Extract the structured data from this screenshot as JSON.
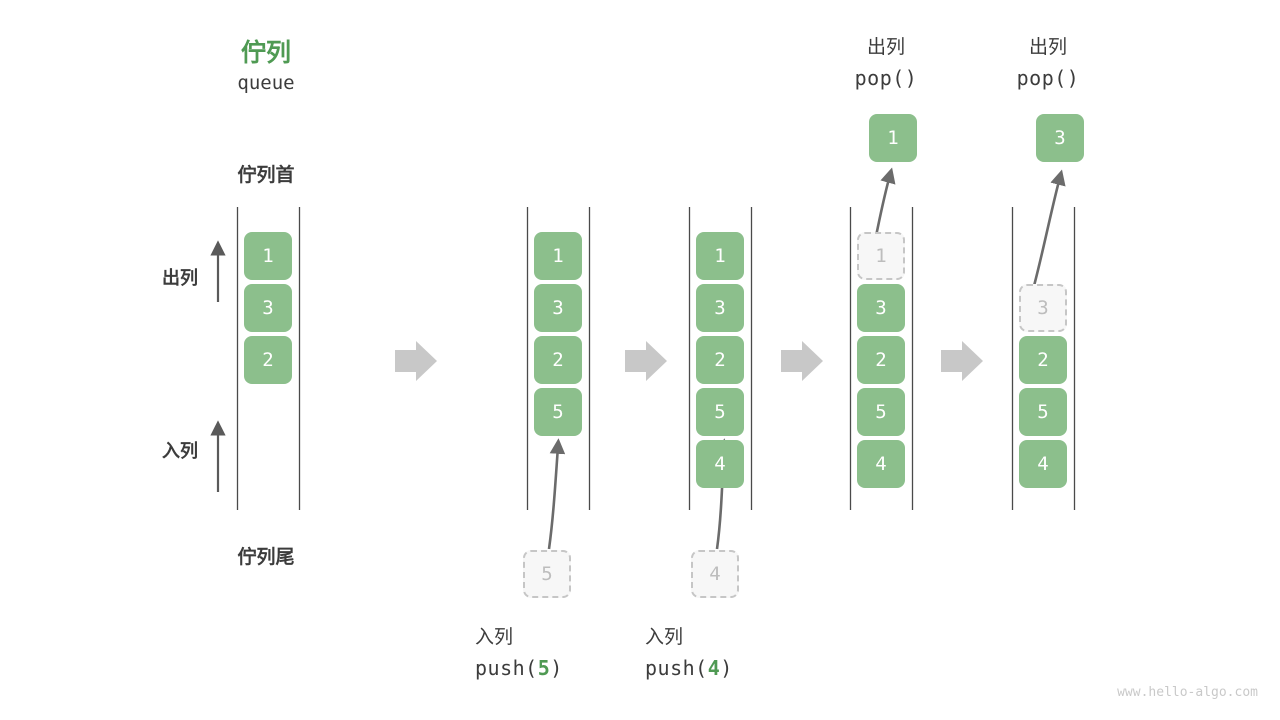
{
  "diagram": {
    "title_cn": "佇列",
    "title_en": "queue",
    "head_label": "佇列首",
    "tail_label": "佇列尾",
    "dequeue_label": "出列",
    "enqueue_label": "入列",
    "watermark": "www.hello-algo.com",
    "colors": {
      "green": "#8cbf8c",
      "green_text": "#4f9a53",
      "ghost_fill": "#f7f7f7",
      "ghost_border": "#c6c6c6",
      "ghost_text": "#bdbdbd",
      "rail": "#4a4a4a",
      "arrow_gray": "#c8c8c8",
      "curve_arrow": "#6b6b6b",
      "text": "#3c3c3c",
      "watermark": "#c9c9c9"
    }
  },
  "columns": [
    {
      "id": "initial",
      "header_cn": "",
      "header_code": "",
      "cells": [
        {
          "value": "1",
          "state": "filled"
        },
        {
          "value": "3",
          "state": "filled"
        },
        {
          "value": "2",
          "state": "filled"
        }
      ],
      "incoming": null,
      "popped": null,
      "caption_cn": "",
      "caption_code": ""
    },
    {
      "id": "push-5",
      "header_cn": "",
      "header_code": "",
      "cells": [
        {
          "value": "1",
          "state": "filled"
        },
        {
          "value": "3",
          "state": "filled"
        },
        {
          "value": "2",
          "state": "filled"
        },
        {
          "value": "5",
          "state": "filled"
        }
      ],
      "incoming": {
        "value": "5",
        "state": "ghost"
      },
      "popped": null,
      "caption_cn": "入列",
      "caption_code_pre": "push(",
      "caption_code_arg": "5",
      "caption_code_post": ")"
    },
    {
      "id": "push-4",
      "header_cn": "",
      "header_code": "",
      "cells": [
        {
          "value": "1",
          "state": "filled"
        },
        {
          "value": "3",
          "state": "filled"
        },
        {
          "value": "2",
          "state": "filled"
        },
        {
          "value": "5",
          "state": "filled"
        },
        {
          "value": "4",
          "state": "filled"
        }
      ],
      "incoming": {
        "value": "4",
        "state": "ghost"
      },
      "popped": null,
      "caption_cn": "入列",
      "caption_code_pre": "push(",
      "caption_code_arg": "4",
      "caption_code_post": ")"
    },
    {
      "id": "pop-1",
      "header_cn": "出列",
      "header_code": "pop()",
      "cells": [
        {
          "value": "1",
          "state": "ghost"
        },
        {
          "value": "3",
          "state": "filled"
        },
        {
          "value": "2",
          "state": "filled"
        },
        {
          "value": "5",
          "state": "filled"
        },
        {
          "value": "4",
          "state": "filled"
        }
      ],
      "incoming": null,
      "popped": {
        "value": "1",
        "state": "filled"
      },
      "caption_cn": "",
      "caption_code": ""
    },
    {
      "id": "pop-3",
      "header_cn": "出列",
      "header_code": "pop()",
      "cells": [
        {
          "value": "",
          "state": "empty"
        },
        {
          "value": "3",
          "state": "ghost"
        },
        {
          "value": "2",
          "state": "filled"
        },
        {
          "value": "5",
          "state": "filled"
        },
        {
          "value": "4",
          "state": "filled"
        }
      ],
      "incoming": null,
      "popped": {
        "value": "3",
        "state": "filled"
      },
      "caption_cn": "",
      "caption_code": ""
    }
  ],
  "step_arrows": [
    "step-arrow",
    "step-arrow",
    "step-arrow",
    "step-arrow"
  ]
}
